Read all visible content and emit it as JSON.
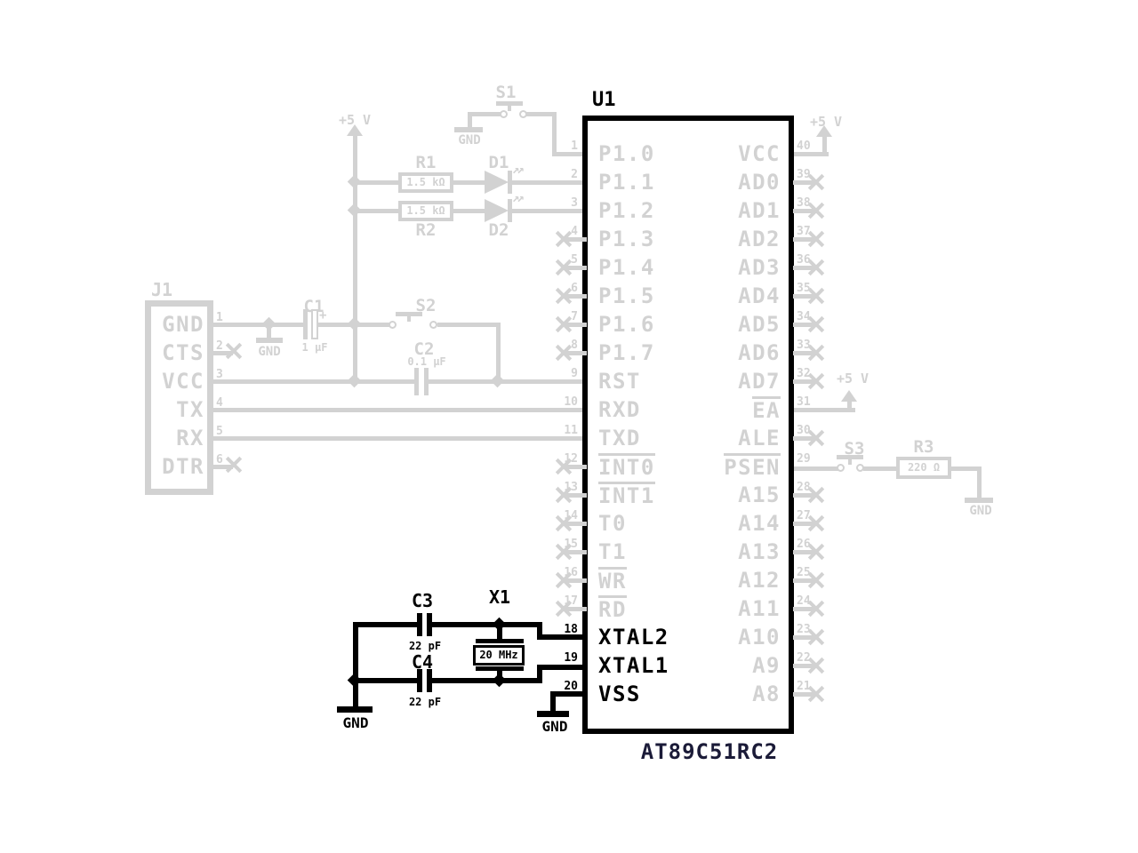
{
  "chip": {
    "ref": "U1",
    "part": "AT89C51RC2",
    "left_pins": [
      {
        "num": "1",
        "label": "P1.0"
      },
      {
        "num": "2",
        "label": "P1.1"
      },
      {
        "num": "3",
        "label": "P1.2"
      },
      {
        "num": "4",
        "label": "P1.3",
        "nc": true
      },
      {
        "num": "5",
        "label": "P1.4",
        "nc": true
      },
      {
        "num": "6",
        "label": "P1.5",
        "nc": true
      },
      {
        "num": "7",
        "label": "P1.6",
        "nc": true
      },
      {
        "num": "8",
        "label": "P1.7",
        "nc": true
      },
      {
        "num": "9",
        "label": "RST"
      },
      {
        "num": "10",
        "label": "RXD"
      },
      {
        "num": "11",
        "label": "TXD"
      },
      {
        "num": "12",
        "label": "INT0",
        "nc": true,
        "overline": true
      },
      {
        "num": "13",
        "label": "INT1",
        "nc": true,
        "overline": true
      },
      {
        "num": "14",
        "label": "T0",
        "nc": true
      },
      {
        "num": "15",
        "label": "T1",
        "nc": true
      },
      {
        "num": "16",
        "label": "WR",
        "nc": true,
        "overline": true
      },
      {
        "num": "17",
        "label": "RD",
        "nc": true,
        "overline": true
      },
      {
        "num": "18",
        "label": "XTAL2",
        "active": true
      },
      {
        "num": "19",
        "label": "XTAL1",
        "active": true
      },
      {
        "num": "20",
        "label": "VSS",
        "active": true
      }
    ],
    "right_pins": [
      {
        "num": "40",
        "label": "VCC"
      },
      {
        "num": "39",
        "label": "AD0",
        "nc": true
      },
      {
        "num": "38",
        "label": "AD1",
        "nc": true
      },
      {
        "num": "37",
        "label": "AD2",
        "nc": true
      },
      {
        "num": "36",
        "label": "AD3",
        "nc": true
      },
      {
        "num": "35",
        "label": "AD4",
        "nc": true
      },
      {
        "num": "34",
        "label": "AD5",
        "nc": true
      },
      {
        "num": "33",
        "label": "AD6",
        "nc": true
      },
      {
        "num": "32",
        "label": "AD7",
        "nc": true
      },
      {
        "num": "31",
        "label": "EA",
        "overline": true
      },
      {
        "num": "30",
        "label": "ALE",
        "nc": true
      },
      {
        "num": "29",
        "label": "PSEN",
        "overline": true
      },
      {
        "num": "28",
        "label": "A15",
        "nc": true
      },
      {
        "num": "27",
        "label": "A14",
        "nc": true
      },
      {
        "num": "26",
        "label": "A13",
        "nc": true
      },
      {
        "num": "25",
        "label": "A12",
        "nc": true
      },
      {
        "num": "24",
        "label": "A11",
        "nc": true
      },
      {
        "num": "23",
        "label": "A10",
        "nc": true
      },
      {
        "num": "22",
        "label": "A9",
        "nc": true
      },
      {
        "num": "21",
        "label": "A8",
        "nc": true
      }
    ]
  },
  "connector": {
    "ref": "J1",
    "pins": [
      {
        "num": "1",
        "label": "GND"
      },
      {
        "num": "2",
        "label": "CTS",
        "nc": true
      },
      {
        "num": "3",
        "label": "VCC"
      },
      {
        "num": "4",
        "label": "TX"
      },
      {
        "num": "5",
        "label": "RX"
      },
      {
        "num": "6",
        "label": "DTR",
        "nc": true
      }
    ]
  },
  "components": {
    "r1": {
      "ref": "R1",
      "value": "1.5 kΩ"
    },
    "r2": {
      "ref": "R2",
      "value": "1.5 kΩ"
    },
    "r3": {
      "ref": "R3",
      "value": "220 Ω"
    },
    "c1": {
      "ref": "C1",
      "value": "1 µF",
      "polarity": "+"
    },
    "c2": {
      "ref": "C2",
      "value": "0.1 µF"
    },
    "c3": {
      "ref": "C3",
      "value": "22 pF"
    },
    "c4": {
      "ref": "C4",
      "value": "22 pF"
    },
    "d1": {
      "ref": "D1"
    },
    "d2": {
      "ref": "D2"
    },
    "s1": {
      "ref": "S1"
    },
    "s2": {
      "ref": "S2"
    },
    "s3": {
      "ref": "S3"
    },
    "x1": {
      "ref": "X1",
      "value": "20 MHz"
    }
  },
  "power": {
    "vcc_label": "+5 V",
    "gnd_label": "GND"
  },
  "colors": {
    "inactive": "#d2d2d2",
    "active": "#000000",
    "part_label": "#1b1b38",
    "background": "#ffffff"
  }
}
